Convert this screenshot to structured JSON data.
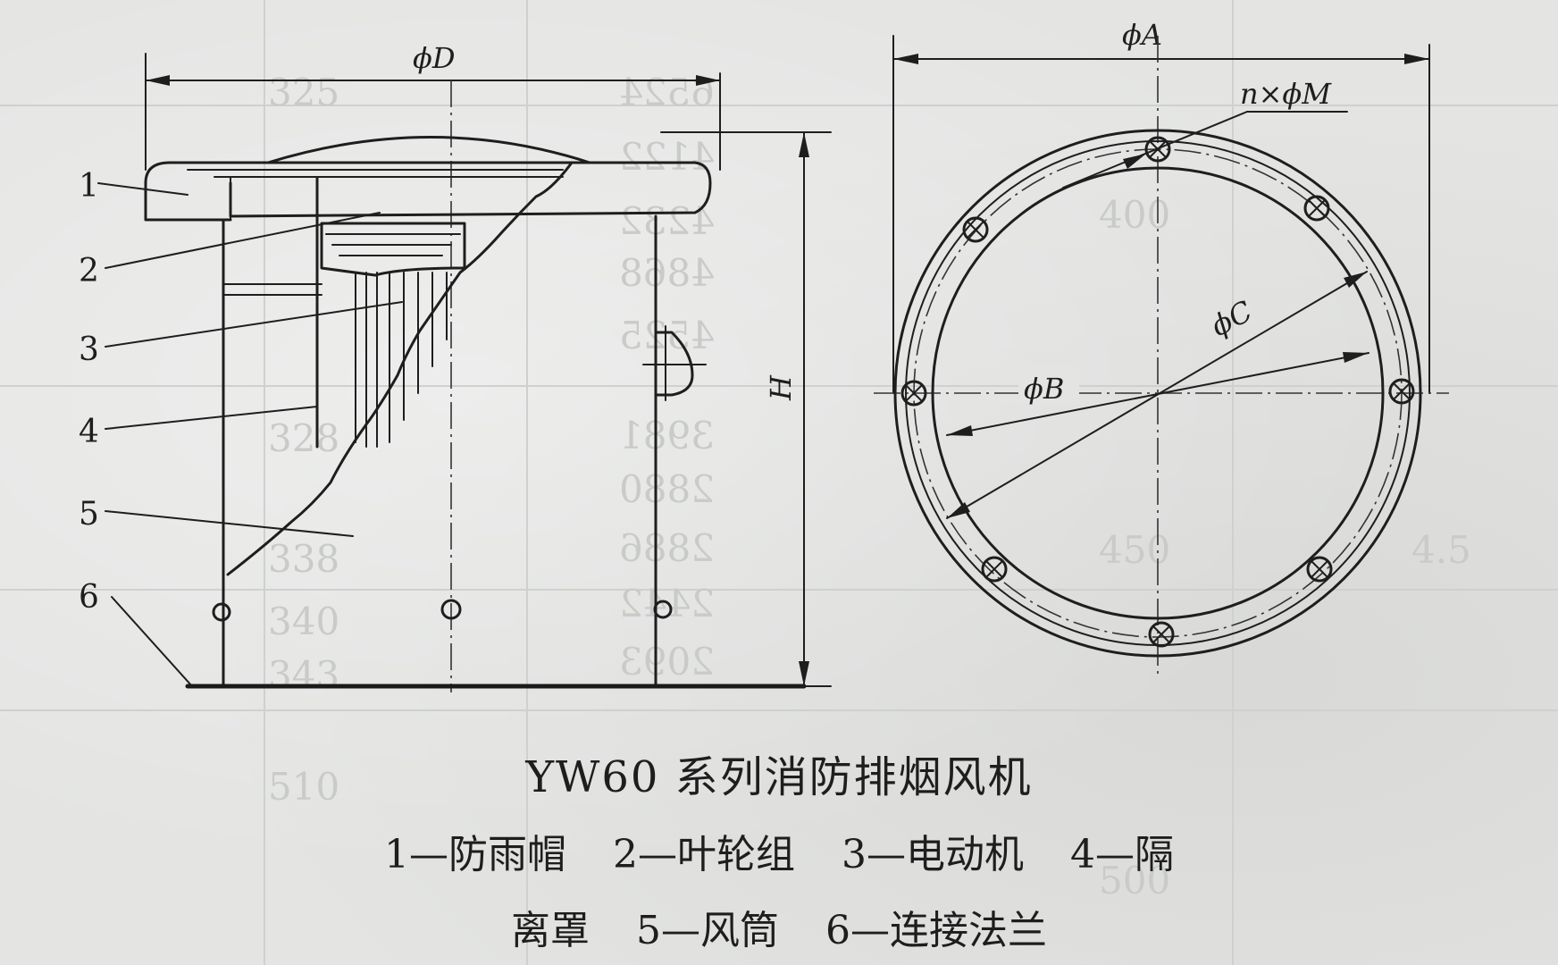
{
  "figure": {
    "title": "YW60 系列消防排烟风机",
    "legend_line1": [
      "1—防雨帽",
      "2—叶轮组",
      "3—电动机",
      "4—隔"
    ],
    "legend_line2": [
      "离罩",
      "5—风筒",
      "6—连接法兰"
    ]
  },
  "side_view": {
    "dim_diameter": "ϕD",
    "dim_height": "H",
    "part_numbers": [
      "1",
      "2",
      "3",
      "4",
      "5",
      "6"
    ]
  },
  "top_view": {
    "dim_outer": "ϕA",
    "dim_holes": "n×ϕM",
    "dim_bolt_circle": "ϕC",
    "dim_inner": "ϕB"
  },
  "background_table": {
    "values": [
      "6524",
      "4122",
      "4232",
      "4868",
      "4525",
      "3981",
      "2880",
      "2886",
      "2442",
      "2093",
      "400",
      "450",
      "500",
      "325",
      "328",
      "338",
      "340",
      "343",
      "510",
      "4.5"
    ]
  },
  "colors": {
    "paper": "#e4e5e3",
    "ink": "#1e1e1e",
    "ghost_print": "#c9cbc8"
  }
}
